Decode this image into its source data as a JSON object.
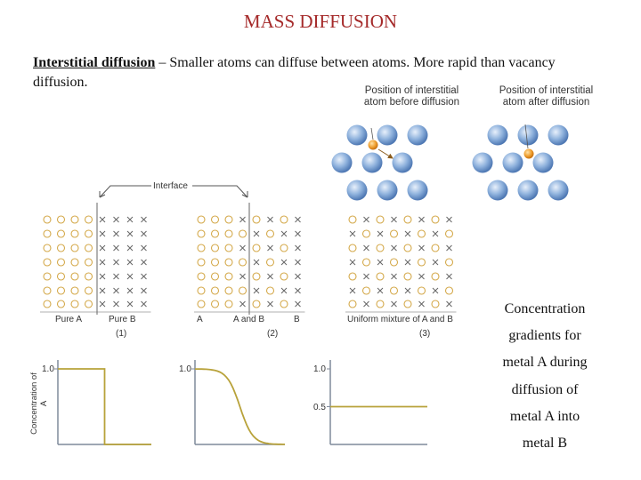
{
  "title": "MASS DIFFUSION",
  "intro": {
    "term": "Interstitial diffusion",
    "text": " – Smaller atoms can diffuse between atoms. More rapid than vacancy diffusion."
  },
  "interstitial_figure": {
    "before_caption_line1": "Position of interstitial",
    "before_caption_line2": "atom before diffusion",
    "after_caption_line1": "Position of interstitial",
    "after_caption_line2": "atom after diffusion",
    "colors": {
      "host_atom": "#7fa8d8",
      "interstitial_atom": "#f0a030"
    }
  },
  "lattice_figure": {
    "interface_label": "Interface",
    "panel1_left": "Pure A",
    "panel1_right": "Pure B",
    "panel1_number": "(1)",
    "panel2_left": "A",
    "panel2_mid": "A and B",
    "panel2_right": "B",
    "panel2_number": "(2)",
    "panel3_caption": "Uniform mixture of A and B",
    "panel3_number": "(3)",
    "symbol_A": "o",
    "symbol_B": "x",
    "colors": {
      "symbol": "#d4a94a"
    }
  },
  "chart_data": [
    {
      "type": "line",
      "ylabel": "Concentration of A",
      "ytick_labels": [
        "1.0"
      ],
      "profile": "step",
      "x": [
        0,
        1,
        1,
        2
      ],
      "y": [
        1.0,
        1.0,
        0,
        0
      ]
    },
    {
      "type": "line",
      "ytick_labels": [
        "1.0"
      ],
      "profile": "smooth-s-curve",
      "x": [
        0,
        0.5,
        1,
        1.5,
        2
      ],
      "y": [
        1.0,
        0.98,
        0.5,
        0.02,
        0
      ]
    },
    {
      "type": "line",
      "ytick_labels": [
        "1.0",
        "0.5"
      ],
      "profile": "flat",
      "x": [
        0,
        2
      ],
      "y": [
        0.5,
        0.5
      ]
    }
  ],
  "side_text": [
    "Concentration",
    "gradients  for",
    "metal A  during",
    "diffusion of",
    "metal A  into",
    "metal B"
  ]
}
